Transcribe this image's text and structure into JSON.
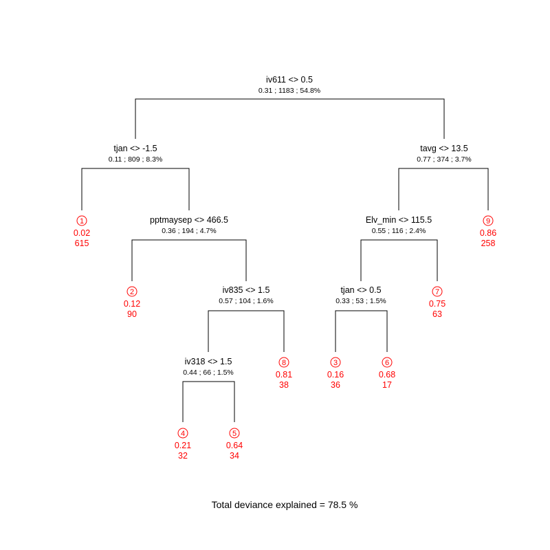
{
  "splits": [
    {
      "id": "root",
      "rule": "iv611 <> 0.5",
      "stats": "0.31 ; 1183 ; 54.8%"
    },
    {
      "id": "s-tjan-1",
      "rule": "tjan <> -1.5",
      "stats": "0.11 ; 809 ; 8.3%"
    },
    {
      "id": "s-pptmaysep",
      "rule": "pptmaysep <> 466.5",
      "stats": "0.36 ; 194 ; 4.7%"
    },
    {
      "id": "s-iv835",
      "rule": "iv835 <> 1.5",
      "stats": "0.57 ; 104 ; 1.6%"
    },
    {
      "id": "s-iv318",
      "rule": "iv318 <> 1.5",
      "stats": "0.44 ; 66 ; 1.5%"
    },
    {
      "id": "s-tavg",
      "rule": "tavg <> 13.5",
      "stats": "0.77 ; 374 ; 3.7%"
    },
    {
      "id": "s-elv",
      "rule": "Elv_min <> 115.5",
      "stats": "0.55 ; 116 ; 2.4%"
    },
    {
      "id": "s-tjan-2",
      "rule": "tjan <> 0.5",
      "stats": "0.33 ; 53 ; 1.5%"
    }
  ],
  "leaves": [
    {
      "num": "1",
      "value": "0.02",
      "n": "615"
    },
    {
      "num": "2",
      "value": "0.12",
      "n": "90"
    },
    {
      "num": "3",
      "value": "0.16",
      "n": "36"
    },
    {
      "num": "4",
      "value": "0.21",
      "n": "32"
    },
    {
      "num": "5",
      "value": "0.64",
      "n": "34"
    },
    {
      "num": "6",
      "value": "0.68",
      "n": "17"
    },
    {
      "num": "7",
      "value": "0.75",
      "n": "63"
    },
    {
      "num": "8",
      "value": "0.81",
      "n": "38"
    },
    {
      "num": "9",
      "value": "0.86",
      "n": "258"
    }
  ],
  "footer": "Total deviance explained = 78.5 %",
  "colors": {
    "split": "#000000",
    "leaf": "#ff0000"
  }
}
